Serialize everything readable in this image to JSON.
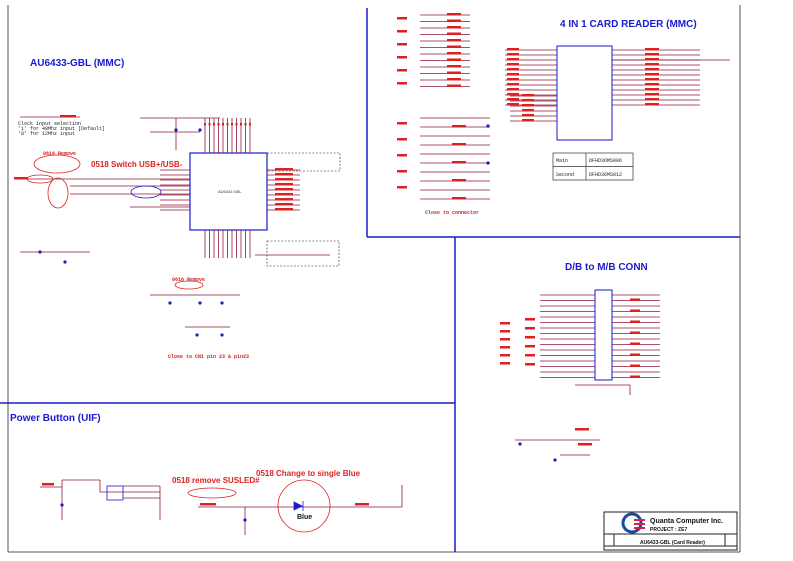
{
  "sections": {
    "au6433": {
      "title": "AU6433-GBL (MMC)"
    },
    "card_reader": {
      "title": "4 IN 1 CARD READER (MMC)"
    },
    "db_conn": {
      "title": "D/B to M/B CONN"
    },
    "power_button": {
      "title": "Power Button (UIF)"
    }
  },
  "chip": {
    "label": "AU6433 GBL"
  },
  "notes": {
    "clock_1": "Clock input selection",
    "clock_2": "'1' for 48Mhz input [Default]",
    "clock_3": "'0' for 12Mhz input",
    "remove_0616_a": "0616 Remove",
    "remove_0616_b": "0616 Remove",
    "switch_usb": "0518 Switch USB+/USB-",
    "close_connector": "Close to connector",
    "close_cn1": "Close to CN1 pin 23 & pin23",
    "remove_susled": "0518 remove SUSLED#",
    "single_blue": "0518 Change to single Blue",
    "blue": "Blue"
  },
  "part_table": {
    "rows": [
      {
        "label": "Main",
        "value": "DFHD36MS006"
      },
      {
        "label": "Second",
        "value": "DFHD36MS012"
      }
    ]
  },
  "title_block": {
    "company": "Quanta Computer Inc.",
    "project": "PROJECT : ZE7",
    "doc_title": "AU6433-GBL (Card Reader)"
  },
  "colors": {
    "wire": "#8b1a3a",
    "section_border": "#1a1ad0",
    "annotation": "#e02020",
    "junction": "#e040e0",
    "component": "#1a1ad0"
  }
}
